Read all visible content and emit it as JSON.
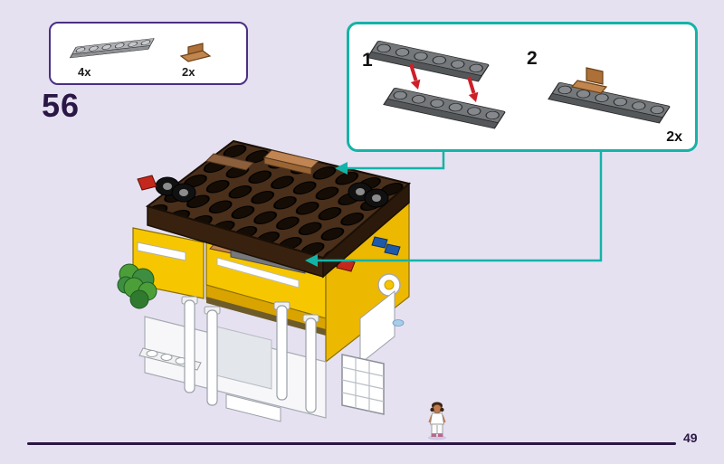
{
  "colors": {
    "background": "#E6E1F1",
    "purple": "#4B2E83",
    "purple_dark": "#2A1745",
    "teal": "#14B3A8",
    "red_arrow": "#CE2029"
  },
  "step": {
    "number": "56"
  },
  "parts_box": {
    "items": [
      {
        "piece": "plate-1x6-light-gray",
        "qty": "4x"
      },
      {
        "piece": "bracket-1x2-nougat",
        "qty": "2x"
      }
    ]
  },
  "callout": {
    "sub_steps": [
      {
        "label": "1"
      },
      {
        "label": "2"
      }
    ],
    "result_qty": "2x"
  },
  "footer": {
    "page_number": "49"
  }
}
